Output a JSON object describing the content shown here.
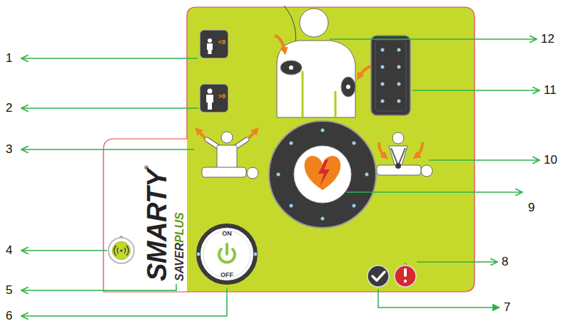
{
  "diagram": {
    "nodes": [
      {
        "text": [
          "<8"
        ]
      },
      {
        "text": [
          ">8"
        ]
      },
      {
        "text": [
          "ON",
          "OFF"
        ]
      }
    ],
    "labels": [
      "1",
      "2",
      "3",
      "4",
      "5",
      "6",
      "7",
      "8",
      "9",
      "10",
      "11",
      "12",
      "SMARTY",
      "®",
      "SAVER",
      "PLUS"
    ]
  }
}
